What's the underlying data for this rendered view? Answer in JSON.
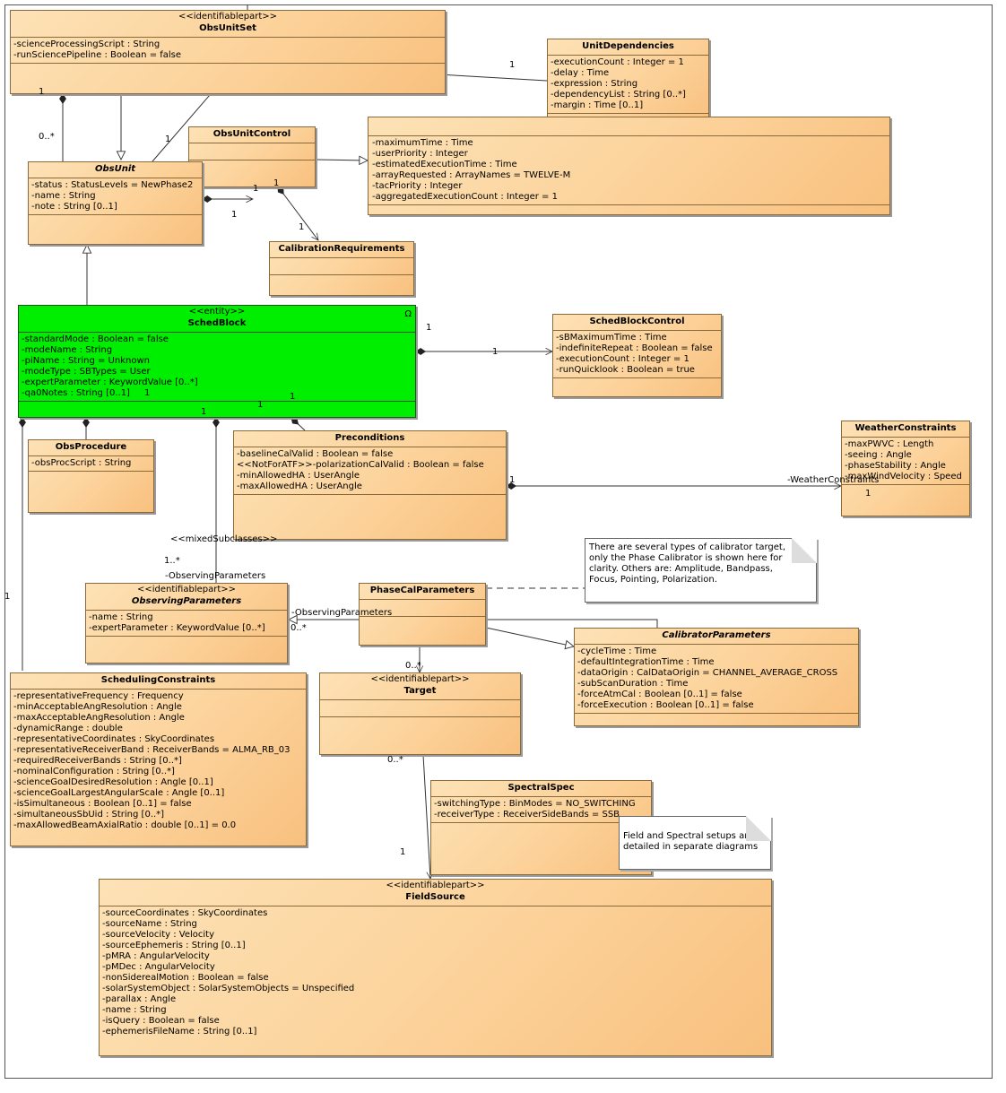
{
  "classes": {
    "obsunitset": {
      "stereotype": "<<identifiablepart>>",
      "name": "ObsUnitSet",
      "attrs": [
        "-scienceProcessingScript : String",
        "-runSciencePipeline : Boolean = false"
      ]
    },
    "unitdependencies": {
      "name": "UnitDependencies",
      "attrs": [
        "-executionCount : Integer = 1",
        "-delay : Time",
        "-expression : String",
        "-dependencyList : String [0..*]",
        "-margin : Time [0..1]"
      ]
    },
    "obsunitcontrol": {
      "name": "ObsUnitControl",
      "attrs": [
        "-maximumTime : Time",
        "-userPriority : Integer",
        "-estimatedExecutionTime : Time",
        "-arrayRequested : ArrayNames = TWELVE-M",
        "-tacPriority : Integer",
        "-aggregatedExecutionCount : Integer = 1"
      ]
    },
    "obsunit": {
      "name": "ObsUnit",
      "attrs": [
        "-status : StatusLevels = NewPhase2",
        "-name : String",
        "-note : String [0..1]"
      ]
    },
    "calibrationrequirements": {
      "name": "CalibrationRequirements"
    },
    "schedblock": {
      "stereotype": "<<entity>>",
      "name": "SchedBlock",
      "icon": "Ω",
      "attrs": [
        "-standardMode : Boolean = false",
        "-modeName : String",
        "-piName : String = Unknown",
        "-modeType : SBTypes = User",
        "-expertParameter : KeywordValue [0..*]",
        "-qa0Notes : String [0..1]"
      ]
    },
    "schedblockcontrol": {
      "name": "SchedBlockControl",
      "attrs": [
        "-sBMaximumTime : Time",
        "-indefiniteRepeat : Boolean = false",
        "-executionCount : Integer = 1",
        "-runQuicklook : Boolean = true"
      ]
    },
    "weatherconstraints": {
      "name": "WeatherConstraints",
      "attrs": [
        "-maxPWVC : Length",
        "-seeing : Angle",
        "-phaseStability : Angle",
        "-maxWindVelocity : Speed"
      ]
    },
    "obsprocedure": {
      "name": "ObsProcedure",
      "attrs": [
        "-obsProcScript : String"
      ]
    },
    "preconditions": {
      "name": "Preconditions",
      "attrs": [
        "-baselineCalValid : Boolean = false",
        "<<NotForATF>>-polarizationCalValid : Boolean = false",
        "-minAllowedHA : UserAngle",
        "-maxAllowedHA : UserAngle"
      ]
    },
    "observingparameters": {
      "stereotype": "<<identifiablepart>>",
      "name": "ObservingParameters",
      "attrs": [
        "-name : String",
        "-expertParameter : KeywordValue [0..*]"
      ]
    },
    "phasecalparameters": {
      "name": "PhaseCalParameters"
    },
    "calibratorparameters": {
      "name": "CalibratorParameters",
      "attrs": [
        "-cycleTime : Time",
        "-defaultIntegrationTime : Time",
        "-dataOrigin : CalDataOrigin = CHANNEL_AVERAGE_CROSS",
        "-subScanDuration : Time",
        "-forceAtmCal : Boolean [0..1] = false",
        "-forceExecution : Boolean [0..1] = false"
      ]
    },
    "schedulingconstraints": {
      "name": "SchedulingConstraints",
      "attrs": [
        "-representativeFrequency : Frequency",
        "-minAcceptableAngResolution : Angle",
        "-maxAcceptableAngResolution : Angle",
        "-dynamicRange : double",
        "-representativeCoordinates : SkyCoordinates",
        "-representativeReceiverBand : ReceiverBands = ALMA_RB_03",
        "-requiredReceiverBands : String [0..*]",
        "-nominalConfiguration : String [0..*]",
        "-scienceGoalDesiredResolution : Angle [0..1]",
        "-scienceGoalLargestAngularScale : Angle [0..1]",
        "-isSimultaneous : Boolean [0..1] = false",
        "-simultaneousSbUid : String [0..*]",
        "-maxAllowedBeamAxialRatio : double [0..1] = 0.0"
      ]
    },
    "target": {
      "stereotype": "<<identifiablepart>>",
      "name": "Target"
    },
    "spectralspec": {
      "name": "SpectralSpec",
      "attrs": [
        "-switchingType : BinModes = NO_SWITCHING",
        "-receiverType : ReceiverSideBands = SSB"
      ]
    },
    "fieldsource": {
      "stereotype": "<<identifiablepart>>",
      "name": "FieldSource",
      "attrs": [
        "-sourceCoordinates : SkyCoordinates",
        "-sourceName : String",
        "-sourceVelocity : Velocity",
        "-sourceEphemeris : String [0..1]",
        "-pMRA : AngularVelocity",
        "-pMDec : AngularVelocity",
        "-nonSiderealMotion : Boolean = false",
        "-solarSystemObject : SolarSystemObjects = Unspecified",
        "-parallax : Angle",
        "-name : String",
        "-isQuery : Boolean = false",
        "-ephemerisFileName : String [0..1]"
      ]
    }
  },
  "notes": {
    "calibrator": [
      "There are several types of calibrator target,",
      "only the Phase Calibrator is shown here for",
      "clarity. Others are: Amplitude, Bandpass,",
      "Focus, Pointing, Polarization."
    ],
    "setups": [
      "Field and Spectral setups are",
      "detailed in separate diagrams"
    ]
  },
  "labels": {
    "m_set_1": "1",
    "m_set_0n": "0..*",
    "m_dep_1": "1",
    "m_unit_1a": "1",
    "m_ctrl_1a": "1",
    "m_ctrl_1b": "1",
    "m_cal_1a": "1",
    "m_cal_1b": "1",
    "m_sb_1": "1",
    "m_sbc_1": "1",
    "m_sb_1c": "1",
    "m_sb_1d": "1",
    "m_sb_1e": "1",
    "m_sb_1f": "1",
    "mixed": "<<mixedSubclasses>>",
    "m_op_1n": "1..*",
    "role_op": "-ObservingParameters",
    "m_sc_1": "1",
    "m_pre_1": "1",
    "role_wc": "-WeatherConstraints",
    "m_wc_1": "1",
    "role_op2": "-ObservingParameters",
    "m_op2_0n": "0..*",
    "m_tgt_0n": "0..*",
    "m_tgt_0n2": "0..*",
    "m_fs_1": "1"
  }
}
